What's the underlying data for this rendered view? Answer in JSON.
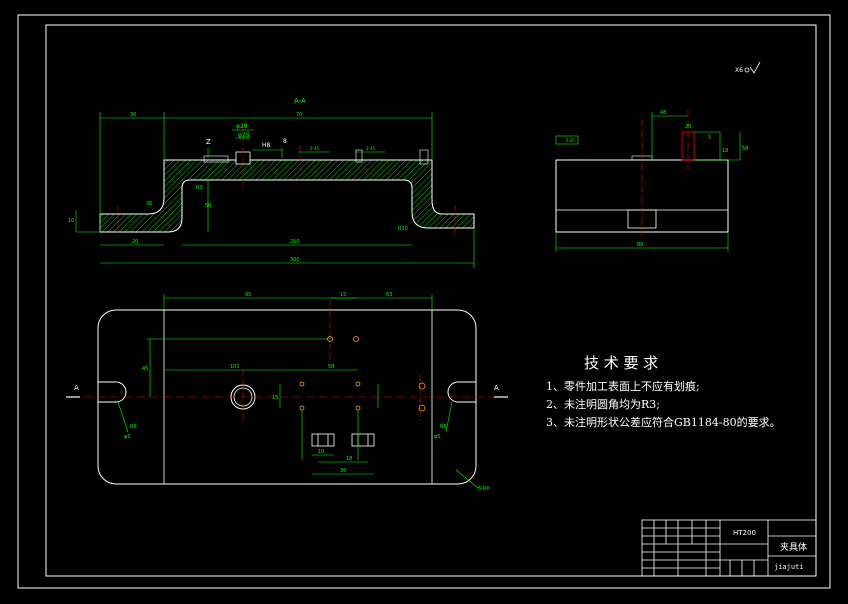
{
  "drawing": {
    "section_label": "A-A",
    "surface_mark": "X6",
    "cut_label_left": "A",
    "cut_label_right": "A"
  },
  "dims": {
    "sec_top_overall": "70",
    "sec_top_left": "30",
    "sec_phi28": "φ28",
    "sec_phi25": "φ25",
    "sec_z": "Z",
    "sec_h8": "H8",
    "sec_b": "8",
    "sec_2_45": "2-45",
    "sec_2_45b": "2-45",
    "sec_50": "50",
    "sec_36": "36",
    "sec_r3": "R3",
    "sec_r10": "R10",
    "sec_bottom_inner": "210",
    "sec_bottom_overall": "300",
    "sec_bottom_left": "20",
    "sec_left_h": "10",
    "side_top_w": "48",
    "side_top_h": "20",
    "side_small": "5",
    "side_right_h1": "18",
    "side_right_h2": "58",
    "side_bottom": "80",
    "side_flat": "0.05",
    "plan_top_1": "95",
    "plan_top_2": "15",
    "plan_top_3": "63",
    "plan_left_v": "45",
    "plan_mid_1": "101",
    "plan_mid_2": "58",
    "plan_small_v": "15",
    "plan_hole_1": "10",
    "plan_hole_2": "18",
    "plan_bottom": "36",
    "plan_r_left": "R6",
    "plan_r_right": "R6",
    "plan_corner": "6-R0",
    "plan_phi_left": "φ5",
    "plan_phi_right": "φ5"
  },
  "tech": {
    "title": "技 术 要 求",
    "items": [
      "1、零件加工表面上不应有划痕;",
      "2、未注明圆角均为R3;",
      "3、未注明形状公差应符合GB1184-80的要求。"
    ]
  },
  "title_block": {
    "material": "HT200",
    "part_name": "夹具体",
    "drawing_code": "jiajuti"
  },
  "colors": {
    "background": "#000000",
    "outline": "#ffffff",
    "dimension": "#00ff00",
    "hatch": "#00ff00",
    "centerline": "#ff0000",
    "hidden": "#ffff00",
    "hole": "#ffa500"
  }
}
